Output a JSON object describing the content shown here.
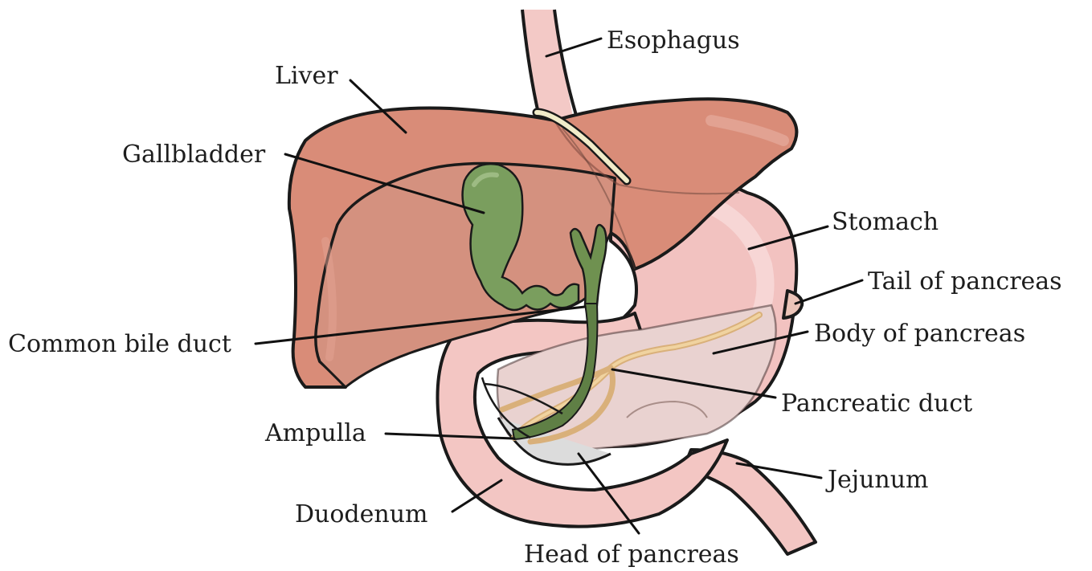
{
  "diagram": {
    "labels": {
      "esophagus": "Esophagus",
      "liver": "Liver",
      "gallbladder": "Gallbladder",
      "stomach": "Stomach",
      "tail_of_pancreas": "Tail of pancreas",
      "body_of_pancreas": "Body of pancreas",
      "common_bile_duct": "Common bile duct",
      "pancreatic_duct": "Pancreatic duct",
      "ampulla": "Ampulla",
      "jejunum": "Jejunum",
      "duodenum": "Duodenum",
      "head_of_pancreas": "Head of pancreas"
    },
    "colors": {
      "liver": "#d98c78",
      "liver_light": "#e6a595",
      "stomach": "#f2c2c0",
      "stomach_light": "#f8dcdc",
      "gallbladder": "#7a9e5e",
      "bile_duct": "#5f7f45",
      "pancreas": "#ecc4b8",
      "pancreatic_duct": "#e8c28a",
      "outline": "#1a1a1a",
      "text": "#1d1d1d"
    }
  }
}
